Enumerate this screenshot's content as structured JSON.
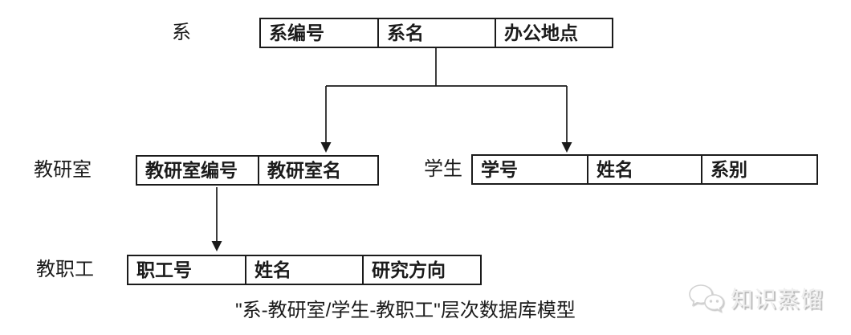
{
  "diagram": {
    "caption": "\"系-教研室/学生-教职工\"层次数据库模型",
    "records": {
      "dept": {
        "label": "系",
        "fields": [
          "系编号",
          "系名",
          "办公地点"
        ]
      },
      "office": {
        "label": "教研室",
        "fields": [
          "教研室编号",
          "教研室名"
        ]
      },
      "student": {
        "label": "学生",
        "fields": [
          "学号",
          "姓名",
          "系别"
        ]
      },
      "staff": {
        "label": "教职工",
        "fields": [
          "职工号",
          "姓名",
          "研究方向"
        ]
      }
    },
    "links": [
      "dept -> office",
      "dept -> student",
      "office -> staff"
    ]
  },
  "watermark": {
    "text": "知识蒸馏",
    "icon": "chat-bubbles-icon"
  },
  "colors": {
    "background": "#ffffff",
    "line": "#1b1b1b",
    "text": "#1b1b1b",
    "watermark_text": "#efefef",
    "watermark_shadow": "#b9b9b9"
  }
}
